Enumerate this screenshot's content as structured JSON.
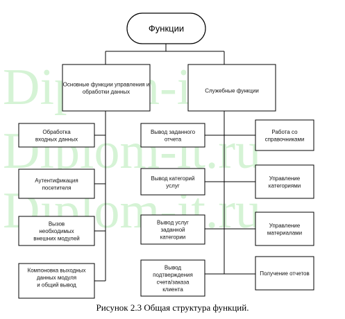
{
  "watermark": "Diplom-it.ru",
  "root": "Функции",
  "branches": {
    "main": "Основные функции управления и обработки данных",
    "service": "Служебные функции"
  },
  "main_items": [
    "Обработка входных данных",
    "Аутентификация посетителя",
    "Вызов необходимых внешних модулей",
    "Компоновка выходных данных модуля и общий вывод"
  ],
  "service_left_items": [
    "Вывод заданного отчета",
    "Вывод категорий услуг",
    "Вывод услуг заданной категории",
    "Вывод подтверждения счета/заказа клиента"
  ],
  "service_right_items": [
    "Работа со справочниками",
    "Управление категориями",
    "Управление материалами",
    "Получение отчетов"
  ],
  "caption": "Рисунок 2.3 Общая структура функций."
}
